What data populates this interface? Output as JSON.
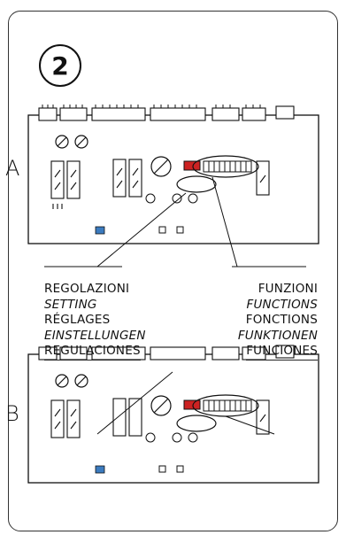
{
  "step_number": "2",
  "boards": [
    {
      "letter": "A"
    },
    {
      "letter": "B"
    }
  ],
  "regolazioni": {
    "it": "REGOLAZIONI",
    "en": "SETTING",
    "fr": "RÉGLAGES",
    "de": "EINSTELLUNGEN",
    "es": "REGULACIONES"
  },
  "funzioni": {
    "it": "FUNZIONI",
    "en": "FUNCTIONS",
    "fr": "FONCTIONS",
    "de": "FUNKTIONEN",
    "es": "FUNCIONES"
  },
  "colors": {
    "line": "#111111",
    "board": "#ffffff",
    "dip": "#cc2222"
  }
}
